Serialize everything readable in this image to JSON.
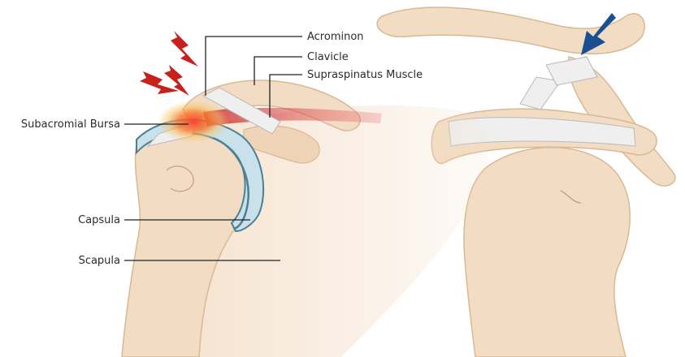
{
  "labels": {
    "acrominon": "Acrominon",
    "clavicle": "Clavicle",
    "supraspinatus": "Supraspinatus Muscle",
    "subacromial_bursa": "Subacromial Bursa",
    "capsula": "Capsula",
    "scapula": "Scapula"
  },
  "colors": {
    "bone": "#f3dcc4",
    "bone_shadow": "#e6c5a2",
    "ligament": "#ececec",
    "capsule": "#c9e1ea",
    "capsule_edge": "#4d7f95",
    "inflammation": "#e23a2a",
    "pain_bolt": "#c8201d",
    "arrow": "#1c4f92",
    "leader_line": "#222222"
  },
  "icons": [
    "pain-bolt-icon",
    "direction-arrow-icon"
  ]
}
